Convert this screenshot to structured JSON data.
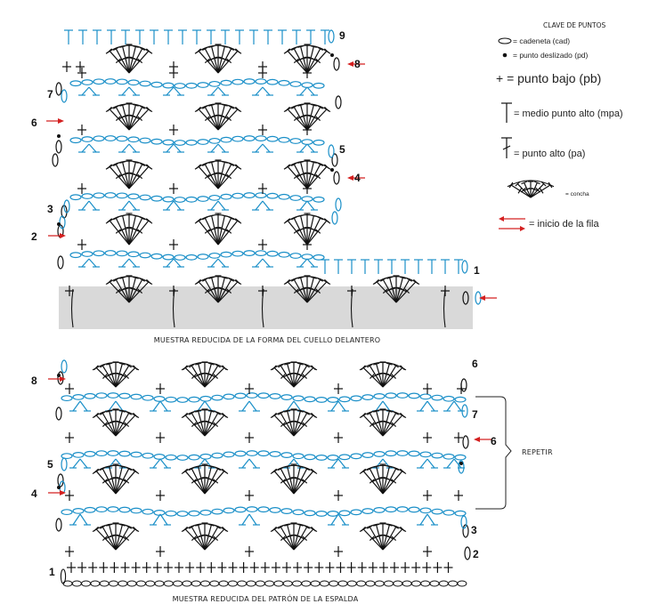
{
  "legend": {
    "title": "CLAVE DE PUNTOS",
    "chain": "= cadeneta (cad)",
    "slip": "= punto deslizado (pd)",
    "sc": "+ = punto bajo (pb)",
    "hdc": "= medio punto alto (mpa)",
    "dc": "= punto alto (pa)",
    "shell": "= concha",
    "row_start": "= inicio de la fila"
  },
  "colors": {
    "stitch": "#111111",
    "chain_blue": "#1a8fc8",
    "arrow_red": "#d42020",
    "shade": "#d9d9d9"
  },
  "top_diagram": {
    "caption": "MUESTRA REDUCIDA DE LA FORMA DEL CUELLO DELANTERO",
    "row_labels": [
      "1",
      "2",
      "3",
      "4",
      "5",
      "6",
      "7",
      "8",
      "9"
    ]
  },
  "bottom_diagram": {
    "caption": "MUESTRA REDUCIDA DEL PATRÓN DE LA ESPALDA",
    "row_labels": [
      "1",
      "2",
      "3",
      "4",
      "5",
      "6",
      "7",
      "8",
      "6",
      "7"
    ],
    "repeat_label": "REPETIR"
  }
}
